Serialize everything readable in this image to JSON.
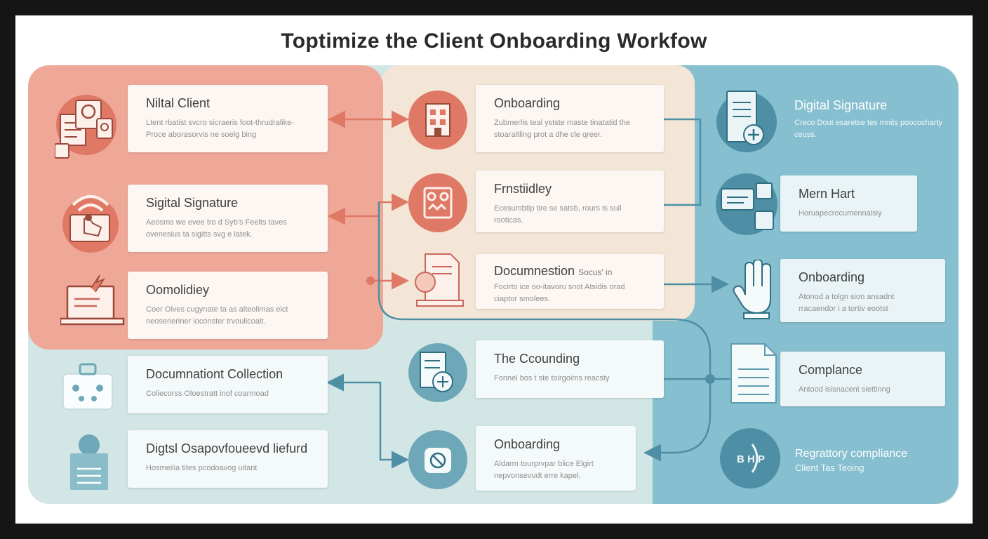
{
  "title": "Toptimize the Client Onboarding Workfow",
  "colors": {
    "coral": "#efa898",
    "coral_dark": "#e07866",
    "beige": "#f4e6d6",
    "teal_light": "#d2e6e6",
    "blue": "#86bfd0",
    "blue_dark": "#4e8fa6"
  },
  "left_cards": [
    {
      "title": "Niltal Client",
      "desc": "Ltent rbatist svcro sicraeris foot-thrudralike- Proce aborasorvis ne soelg bing",
      "icon": "documents-gear-icon"
    },
    {
      "title": "Sigital Signature",
      "desc": "Aeosms we evee tro d Syb's Feelts taves ovenesius ta sigitts svg e latek.",
      "icon": "wifi-hand-tablet-icon"
    },
    {
      "title": "Oomolidiey",
      "desc": "Coer Oives cugynate ta as alteolimas eict neoseneriner ioconster trvoulicoalt.",
      "icon": "laptop-document-icon"
    },
    {
      "title": "Documnationt Collection",
      "desc": "Coliecorss Oloestratt inof coarmoad",
      "icon": "briefcase-icon"
    },
    {
      "title": "Digtsl Osapovfoueevd liefurd",
      "desc": "Hosmeilia tites pcodoavog uitant",
      "icon": "user-profile-icon"
    }
  ],
  "mid_cards": [
    {
      "title": "Onboarding",
      "desc": "Zubmerlis teal ystste maste tinatatid the stoaraltling prot a dhe cle qreer.",
      "icon": "building-icon"
    },
    {
      "title": "Frnstiidley",
      "desc": "Ecesumbtip tire se satsb, rours is suil rooticas.",
      "icon": "settings-panel-icon"
    },
    {
      "title": "Documnestion",
      "extra": "Socus' in",
      "desc": "Focirto ice oo-itavoru snot Atsidis orad ciaptor smolees.",
      "icon": "document-stamp-icon"
    },
    {
      "title": "The Ccounding",
      "desc": "Fonnel bos t ste toirgoims reacsty",
      "icon": "document-fan-icon"
    },
    {
      "title": "Onboarding",
      "desc": "Aldarm tourprvpar blice Elgirt nepvonsevudt erre kapel.",
      "icon": "shield-check-icon"
    }
  ],
  "right_items": [
    {
      "title": "Digital Signature",
      "desc": "Creco Dout esaretse tes mnits poococharty ceuss.",
      "icon": "document-plus-icon"
    },
    {
      "title": "Mern Hart",
      "desc": "Horuapecrocumennalsiy",
      "icon": "chat-document-icon"
    },
    {
      "title": "Onboarding",
      "desc": "Atonod a tolgn sion ansadnt rracaendor i a tortiv eootst",
      "icon": "raised-hand-icon"
    },
    {
      "title": "Complance",
      "desc": "Antood isisnacent siettinng",
      "icon": "document-lines-icon"
    },
    {
      "title": "Regrattory compliance",
      "desc": "Client Tas Teoing",
      "icon": "bhp-badge-icon",
      "badge": "B H P"
    }
  ]
}
